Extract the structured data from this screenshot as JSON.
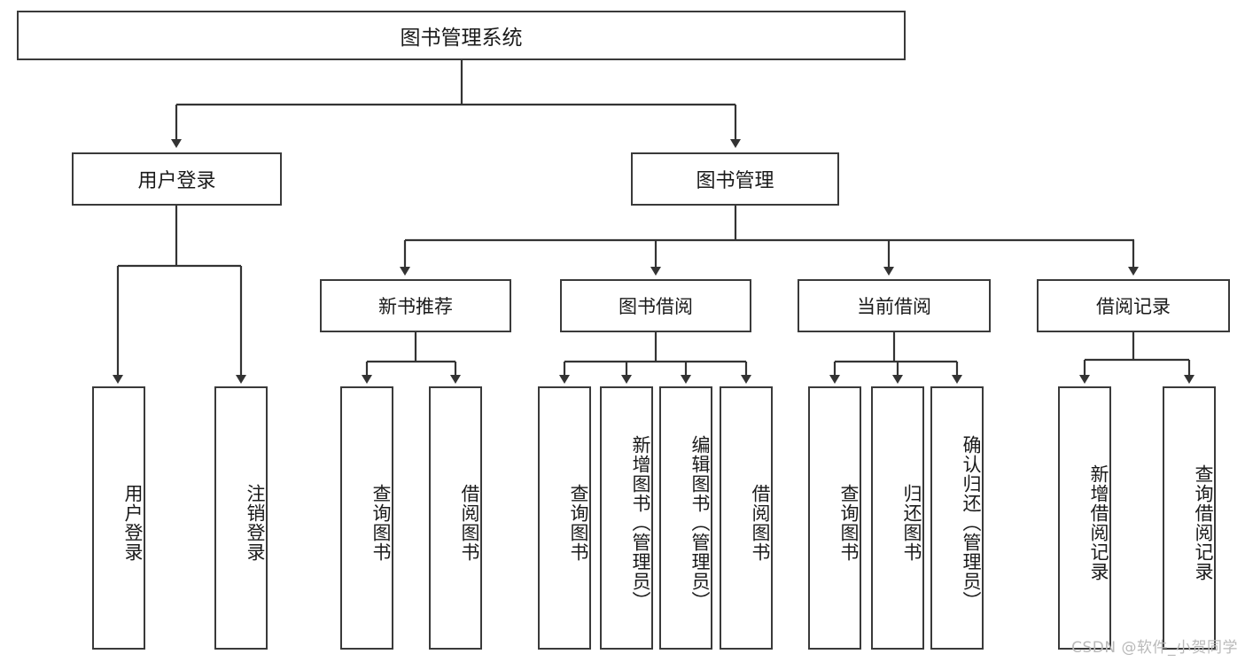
{
  "diagram": {
    "title": "图书管理系统",
    "type": "hierarchy-tree",
    "theme": {
      "box_border": "#3a3a3a",
      "box_fill": "#ffffff",
      "connector": "#333333",
      "text": "#1a1a1a",
      "watermark": "#b9b9b9"
    },
    "root": {
      "label": "图书管理系统"
    },
    "level2": [
      {
        "label": "用户登录"
      },
      {
        "label": "图书管理"
      }
    ],
    "level3": [
      {
        "label": "新书推荐"
      },
      {
        "label": "图书借阅"
      },
      {
        "label": "当前借阅"
      },
      {
        "label": "借阅记录"
      }
    ],
    "leaves": {
      "user_login": [
        {
          "label": "用户登录"
        },
        {
          "label": "注销登录"
        }
      ],
      "new_book": [
        {
          "label": "查询图书"
        },
        {
          "label": "借阅图书"
        }
      ],
      "book_borrow": [
        {
          "label": "查询图书"
        },
        {
          "label": "新增图书（管理员）"
        },
        {
          "label": "编辑图书（管理员）"
        },
        {
          "label": "借阅图书"
        }
      ],
      "current_borrow": [
        {
          "label": "查询图书"
        },
        {
          "label": "归还图书"
        },
        {
          "label": "确认归还（管理员）"
        }
      ],
      "borrow_record": [
        {
          "label": "新增借阅记录"
        },
        {
          "label": "查询借阅记录"
        }
      ]
    }
  },
  "watermark": {
    "text": "CSDN @软件_小贺同学"
  }
}
